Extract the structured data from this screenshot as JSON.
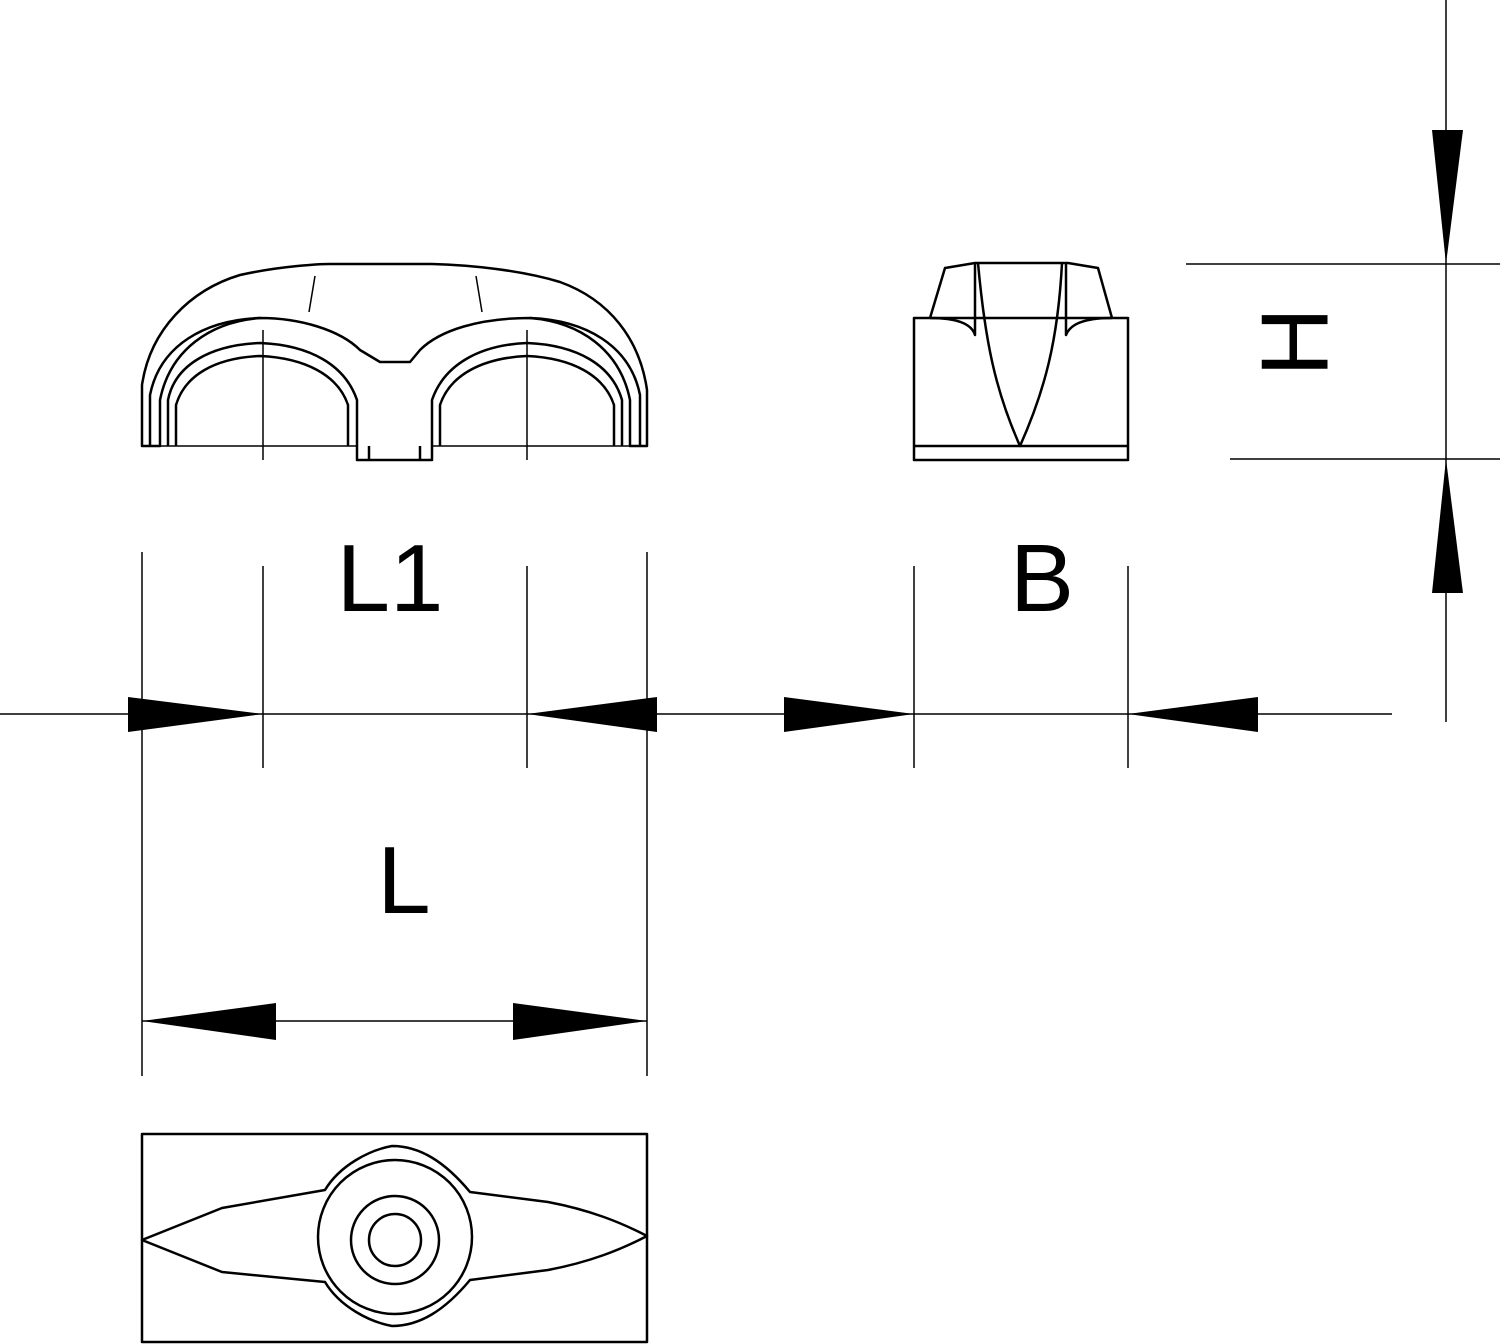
{
  "drawing": {
    "labels": {
      "l1": "L1",
      "l": "L",
      "b": "B",
      "h": "H"
    },
    "stroke_color": "#000000",
    "background_color": "#ffffff"
  }
}
